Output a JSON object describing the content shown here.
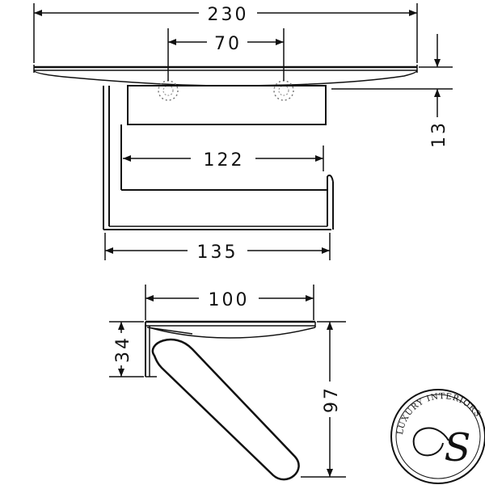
{
  "dimensions": {
    "width_total": "230",
    "hole_spacing": "70",
    "height_shelf": "13",
    "rod_length": "122",
    "width_bracket": "135",
    "depth_shelf": "100",
    "shelf_side_height": "34",
    "side_total_height": "97"
  },
  "logo": {
    "text": "LUXURY INTERIORS",
    "monogram": "S"
  },
  "colors": {
    "line": "#111111",
    "background": "#ffffff"
  }
}
